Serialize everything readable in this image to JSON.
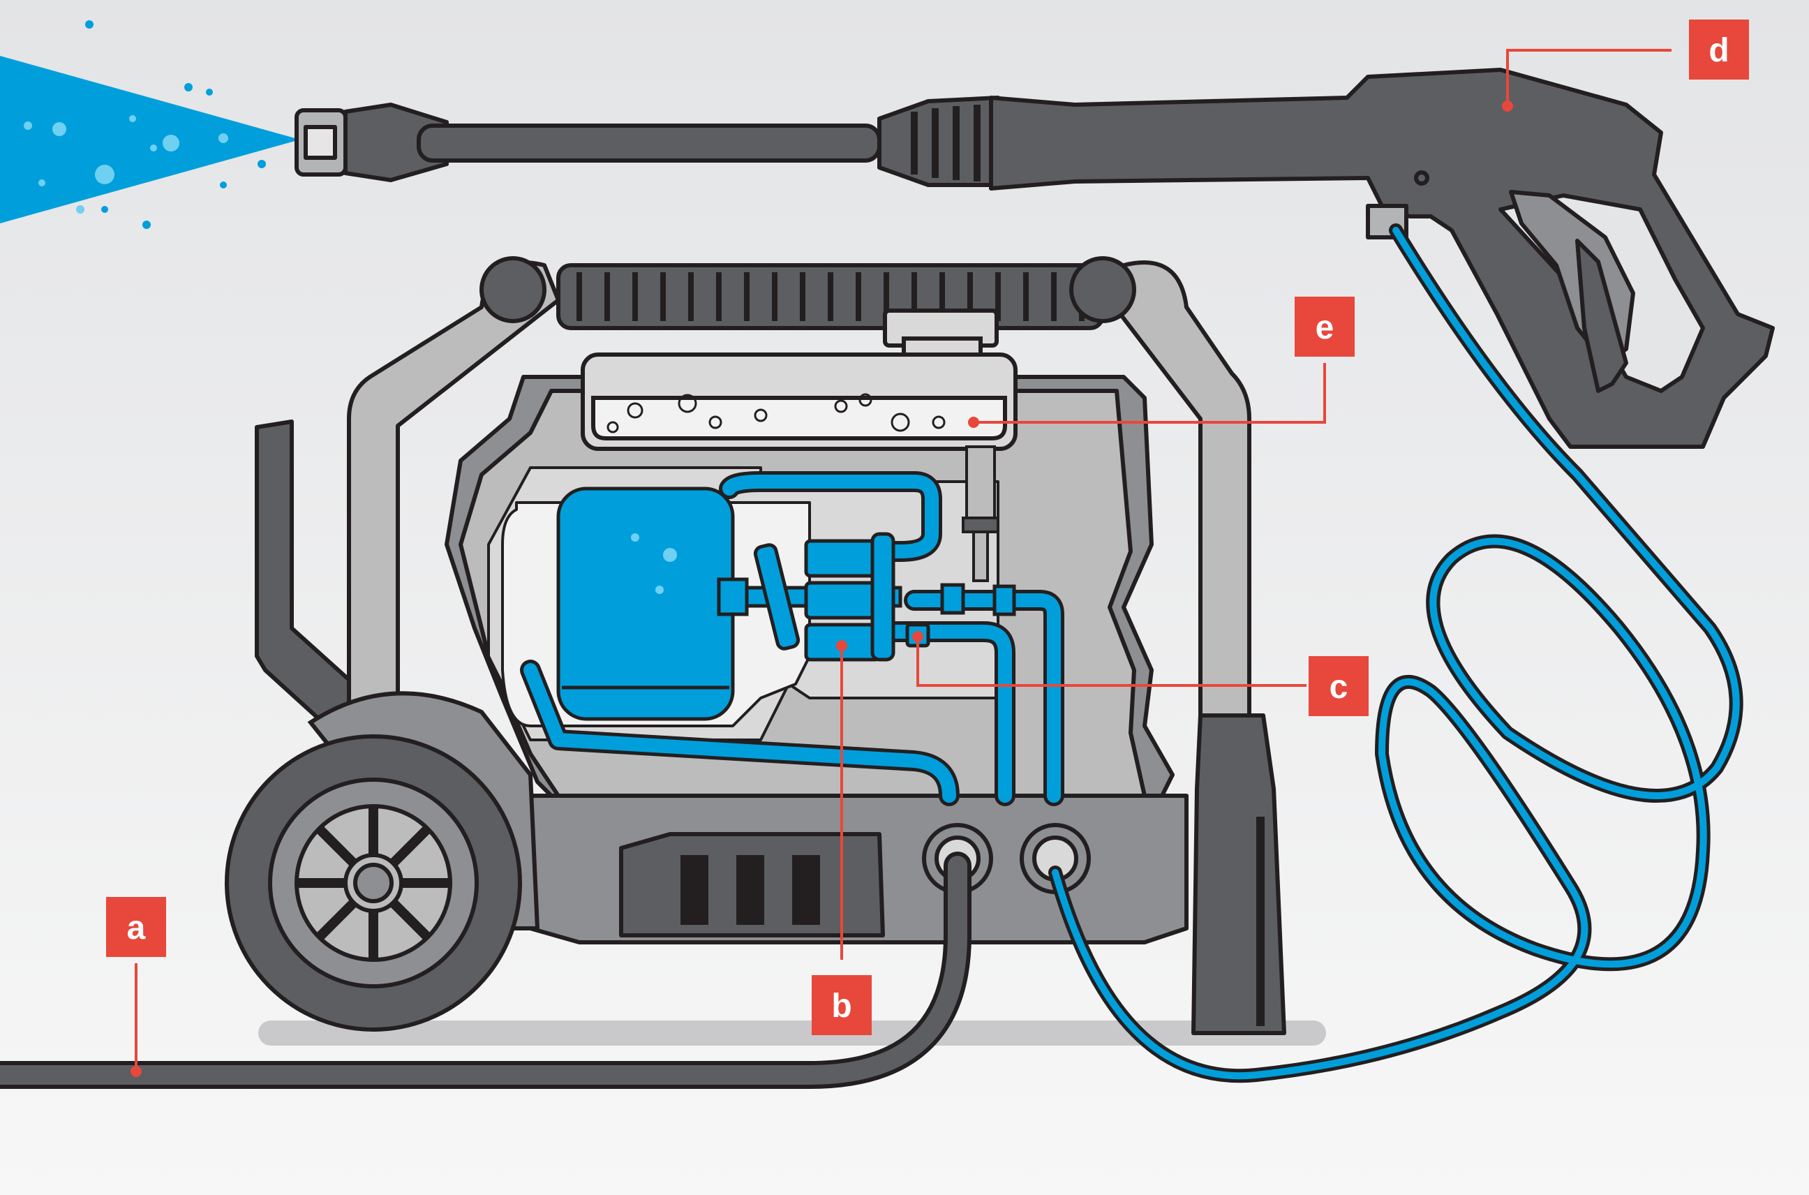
{
  "colors": {
    "background_top": "#e4e5e7",
    "background_bottom": "#f6f6f6",
    "callout_red": "#e8473b",
    "water_blue": "#009fdc",
    "outline": "#231f20",
    "frame_gray": "#8e8f92",
    "body_gray": "#bcbcbd",
    "dark_gray": "#5a5b5d"
  },
  "callouts": {
    "a": "a",
    "b": "b",
    "c": "c",
    "d": "d",
    "e": "e"
  },
  "icons": [
    "spray-nozzle-icon",
    "spray-gun-icon",
    "wheel-icon",
    "water-tank-icon",
    "pump-icon",
    "detergent-tank-icon"
  ]
}
